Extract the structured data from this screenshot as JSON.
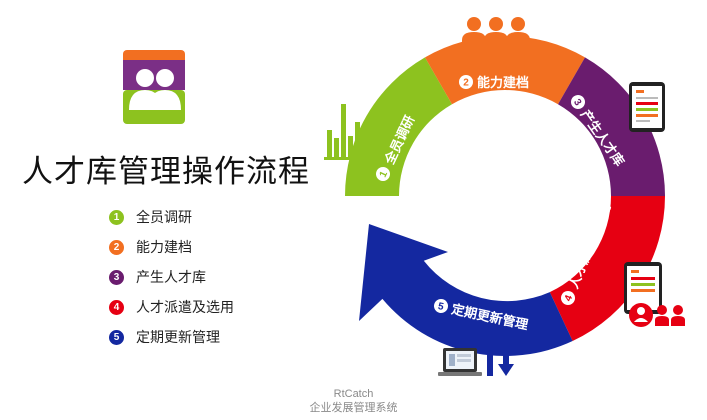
{
  "title": "人才库管理操作流程",
  "colors": {
    "green": "#8dc21f",
    "orange": "#f26f21",
    "purple": "#6a1c6e",
    "red": "#e60012",
    "blue": "#1428a0"
  },
  "steps": [
    {
      "num": "1",
      "label": "全员调研"
    },
    {
      "num": "2",
      "label": "能力建档"
    },
    {
      "num": "3",
      "label": "产生人才库"
    },
    {
      "num": "4",
      "label": "人才派遣及选用"
    },
    {
      "num": "5",
      "label": "定期更新管理"
    }
  ],
  "cycle": [
    {
      "num": "1",
      "label": "全员调研"
    },
    {
      "num": "2",
      "label": "能力建档"
    },
    {
      "num": "3",
      "label": "产生人才库"
    },
    {
      "num": "4",
      "label": "人才派遣及选用"
    },
    {
      "num": "5",
      "label": "定期更新管理"
    }
  ],
  "icons": {
    "logo": "people-group-icon",
    "step1": "bar-chart-icon",
    "step2": "people-group-icon",
    "step3": "tablet-document-icon",
    "step4": "tablet-people-icon",
    "step5": "laptop-updown-icon"
  },
  "footer": {
    "brand": "RtCatch",
    "subtitle": "企业发展管理系统"
  }
}
